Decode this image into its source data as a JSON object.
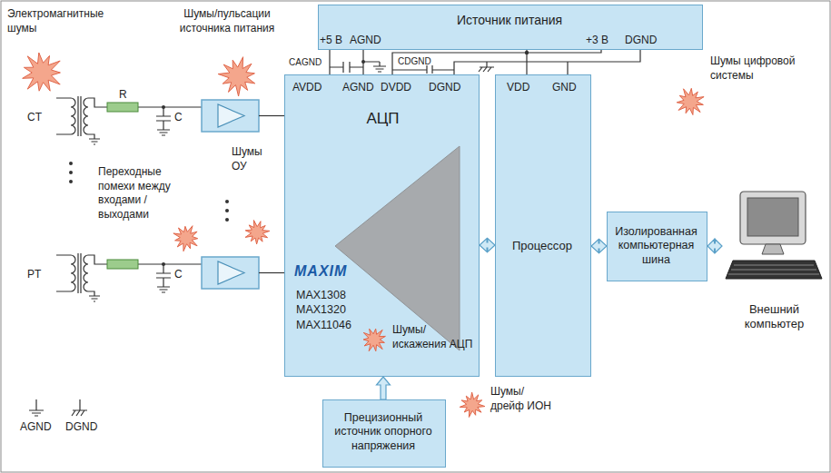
{
  "diagram": {
    "nodes": [
      {
        "text": [
          "Источник питания"
        ]
      },
      {
        "text": [
          "AVDD",
          "AGND",
          "DVDD",
          "DGND",
          "АЦП",
          "MAXIM",
          "MAX1308 MAX1320 MAX11046"
        ]
      },
      {
        "text": [
          "VDD",
          "GND",
          "Процессор"
        ]
      },
      {
        "text": [
          "Изолированная компьютерная шина"
        ]
      },
      {
        "text": [
          "Внешний компьютер"
        ]
      },
      {
        "text": [
          "Прецизионный источник опорного напряжения"
        ]
      }
    ],
    "edges": [
      {
        "from": 0,
        "to": 1,
        "arrow": "none"
      },
      {
        "from": 0,
        "to": 2,
        "arrow": "none"
      },
      {
        "from": 1,
        "to": 2,
        "arrow": "both"
      },
      {
        "from": 2,
        "to": 3,
        "arrow": "both"
      },
      {
        "from": 3,
        "to": 4,
        "arrow": "both"
      },
      {
        "from": 5,
        "to": 1,
        "arrow": "to"
      }
    ],
    "labels": [
      "Электромагнитные шумы",
      "Шумы/пульсации источника питания",
      "Шумы цифровой системы",
      "Переходные помехи между входами /выходами",
      "Шумы ОУ",
      "Шумы/ искажения АЦП",
      "Шумы/ дрейф ИОН",
      "+5 В",
      "AGND",
      "+3 В",
      "DGND",
      "CAGND",
      "CDGND",
      "CT",
      "R",
      "C",
      "PT",
      "C",
      "AGND",
      "DGND"
    ]
  }
}
